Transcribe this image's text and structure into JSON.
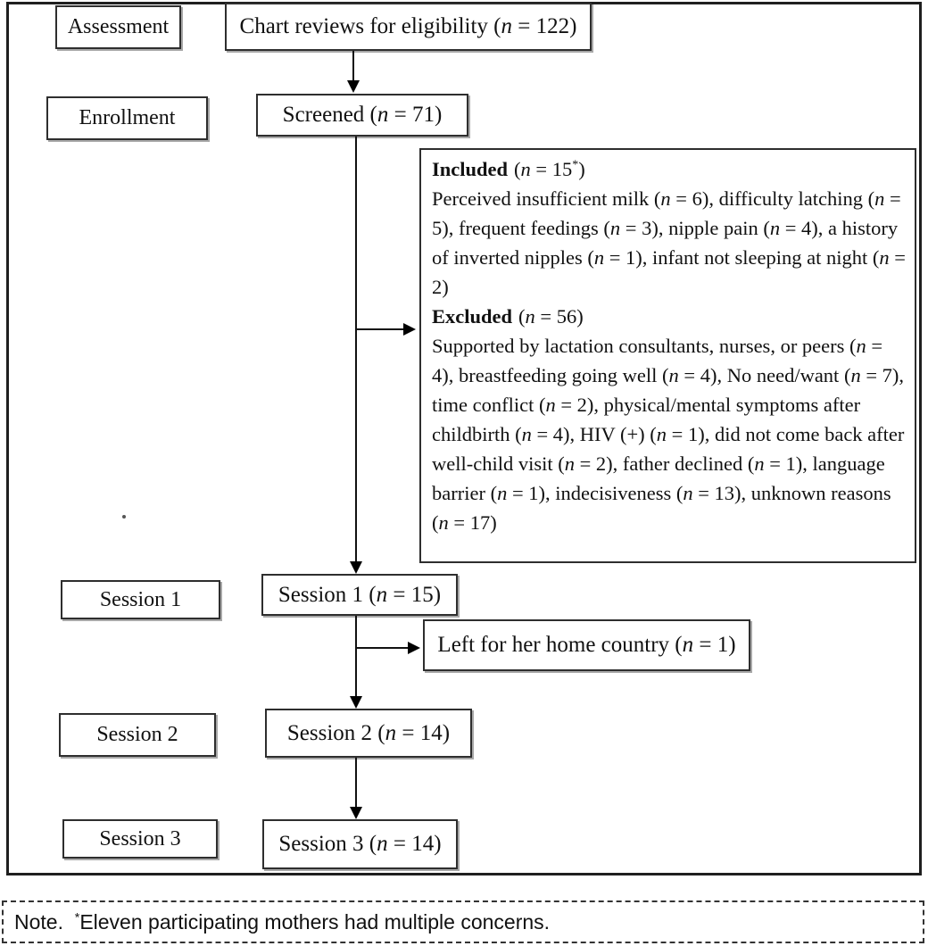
{
  "figure": {
    "stages": [
      "Assessment",
      "Enrollment",
      "Session 1",
      "Session 2",
      "Session 3"
    ],
    "nodes": {
      "chart_reviews": "Chart reviews for eligibility (n = 122)",
      "screened": "Screened (n = 71)",
      "session1": "Session 1 (n = 15)",
      "left_home_country": "Left for her home country (n = 1)",
      "session2": "Session 2 (n = 14)",
      "session3": "Session 3 (n = 14)"
    },
    "eligibility_box": {
      "included_heading": "Included",
      "included_n": "(n = 15*)",
      "included_reasons": "Perceived insufficient milk (n = 6), difficulty latching (n = 5), frequent feedings (n = 3), nipple pain (n = 4), a history of inverted nipples (n = 1), infant not sleeping at night (n = 2)",
      "excluded_heading": "Excluded",
      "excluded_n": "(n = 56)",
      "excluded_reasons": "Supported by lactation consultants, nurses, or peers (n = 4), breastfeeding going well (n = 4), No need/want (n = 7), time conflict (n = 2), physical/mental symptoms after childbirth (n = 4), HIV (+) (n = 1), did not come back after well-child visit (n = 2), father declined (n = 1), language barrier (n = 1), indecisiveness (n = 13), unknown reasons (n = 17)"
    },
    "note_prefix": "Note.",
    "note_text": "*Eleven participating mothers had multiple concerns.",
    "colors": {
      "border": "#2e2e2e",
      "text": "#111111",
      "background": "#ffffff"
    }
  }
}
